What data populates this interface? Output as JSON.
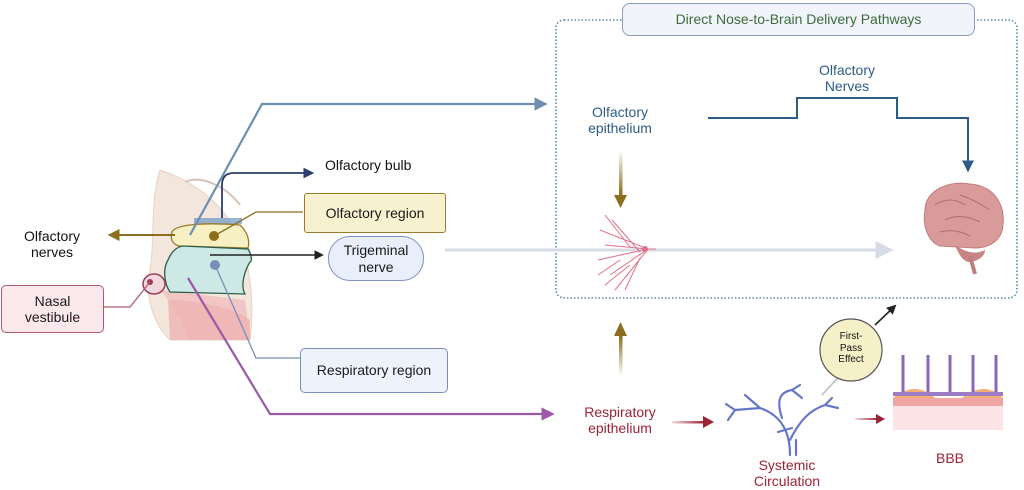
{
  "title": "Direct Nose-to-Brain Delivery Pathways",
  "labels": {
    "olfactory_bulb": "Olfactory bulb",
    "olfactory_region": "Olfactory region",
    "olfactory_nerves_left": [
      "Olfactory",
      "nerves"
    ],
    "trigeminal_nerve": [
      "Trigeminal",
      "nerve"
    ],
    "nasal_vestibule": [
      "Nasal",
      "vestibule"
    ],
    "respiratory_region": "Respiratory region",
    "olfactory_epithelium": [
      "Olfactory",
      "epithelium"
    ],
    "olfactory_nerves_top": [
      "Olfactory",
      "Nerves"
    ],
    "respiratory_epithelium": [
      "Respiratory",
      "epithelium"
    ],
    "systemic_circulation": [
      "Systemic",
      "Circulation"
    ],
    "first_pass_effect": [
      "First-",
      "Pass",
      "Effect"
    ],
    "bbb": "BBB"
  },
  "colors": {
    "olfactory": "#8b6f1f",
    "olfactory_box_fill": "#f7f1cf",
    "olfactory_box_border": "#9c7b2a",
    "blue_path": "#6a8fb0",
    "dark_blue": "#2d5b87",
    "navy": "#2c3e6b",
    "respiratory_path": "#9b59a6",
    "respiratory_text": "#9b2335",
    "trigeminal_fill": "#e8eefa",
    "trigeminal_border": "#7b93c5",
    "vestibule_fill": "#fbe8ec",
    "vestibule_border": "#b05a6e",
    "resp_box_fill": "#eef2fb",
    "resp_box_border": "#7b8db8",
    "title_text": "#3e6b3a",
    "pathway_border": "#5b8aa3",
    "faint_arrow": "#d6dbe6"
  }
}
